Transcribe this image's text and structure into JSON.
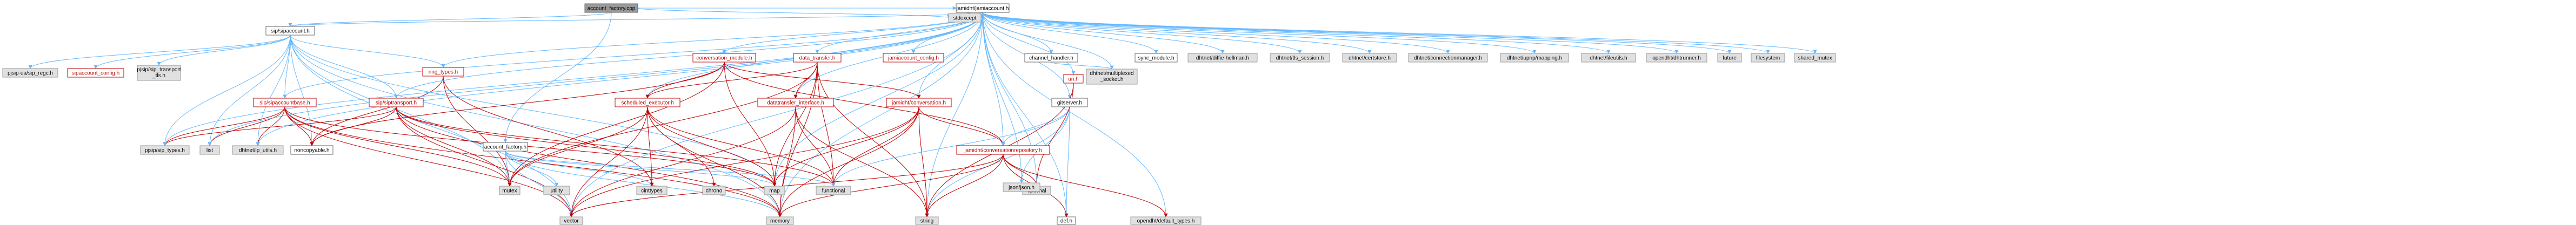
{
  "diagram": {
    "kind": "include-dependency-graph",
    "nodes": [
      {
        "id": "n0",
        "label": "account_factory.cpp",
        "style": "root"
      },
      {
        "id": "n1",
        "label": "sip/sipaccount.h",
        "style": "file"
      },
      {
        "id": "n2",
        "label": "stdexcept",
        "style": "ext"
      },
      {
        "id": "n3",
        "label": "jamidht/jamiaccount.h",
        "style": "file"
      },
      {
        "id": "n4",
        "label": "account_factory.h",
        "style": "file"
      },
      {
        "id": "n5",
        "label": "pjsip-ua/sip_regc.h",
        "style": "ext"
      },
      {
        "id": "n6",
        "label": "sipaccount_config.h",
        "style": "red"
      },
      {
        "id": "n7",
        "label": "pjsip/sip_transport\n_tls.h",
        "style": "ext"
      },
      {
        "id": "n8",
        "label": "sip/sipaccountbase.h",
        "style": "red"
      },
      {
        "id": "n9",
        "label": "pjsip/sip_types.h",
        "style": "ext"
      },
      {
        "id": "n10",
        "label": "list",
        "style": "ext"
      },
      {
        "id": "n11",
        "label": "dhtnet/ip_utils.h",
        "style": "ext"
      },
      {
        "id": "n12",
        "label": "sip/siptransport.h",
        "style": "red"
      },
      {
        "id": "n13",
        "label": "noncopyable.h",
        "style": "file"
      },
      {
        "id": "n14",
        "label": "mutex",
        "style": "ext"
      },
      {
        "id": "n15",
        "label": "ring_types.h",
        "style": "red"
      },
      {
        "id": "n16",
        "label": "utility",
        "style": "ext"
      },
      {
        "id": "n17",
        "label": "vector",
        "style": "ext"
      },
      {
        "id": "n18",
        "label": "cinttypes",
        "style": "ext"
      },
      {
        "id": "n19",
        "label": "memory",
        "style": "ext"
      },
      {
        "id": "n20",
        "label": "map",
        "style": "ext"
      },
      {
        "id": "n21",
        "label": "conversation_module.h",
        "style": "red"
      },
      {
        "id": "n22",
        "label": "data_transfer.h",
        "style": "red"
      },
      {
        "id": "n23",
        "label": "scheduled_executor.h",
        "style": "red"
      },
      {
        "id": "n24",
        "label": "chrono",
        "style": "ext"
      },
      {
        "id": "n25",
        "label": "datatransfer_interface.h",
        "style": "red"
      },
      {
        "id": "n26",
        "label": "functional",
        "style": "ext"
      },
      {
        "id": "n27",
        "label": "jamiaccount_config.h",
        "style": "red"
      },
      {
        "id": "n28",
        "label": "jamidht/conversation.h",
        "style": "red"
      },
      {
        "id": "n29",
        "label": "def.h",
        "style": "file"
      },
      {
        "id": "n30",
        "label": "string",
        "style": "ext"
      },
      {
        "id": "n31",
        "label": "channel_handler.h",
        "style": "file"
      },
      {
        "id": "n32",
        "label": "dhtnet/multiplexed\n_socket.h",
        "style": "ext"
      },
      {
        "id": "n33",
        "label": "gitserver.h",
        "style": "file"
      },
      {
        "id": "n34",
        "label": "uri.h",
        "style": "red"
      },
      {
        "id": "n35",
        "label": "jamidht/conversationrepository.h",
        "style": "red"
      },
      {
        "id": "n36",
        "label": "optional",
        "style": "ext"
      },
      {
        "id": "n37",
        "label": "opendht/default_types.h",
        "style": "ext"
      },
      {
        "id": "n38",
        "label": "json/json.h",
        "style": "ext"
      },
      {
        "id": "n39",
        "label": "sync_module.h",
        "style": "file"
      },
      {
        "id": "n40",
        "label": "dhtnet/diffie-hellman.h",
        "style": "ext"
      },
      {
        "id": "n41",
        "label": "dhtnet/tls_session.h",
        "style": "ext"
      },
      {
        "id": "n42",
        "label": "dhtnet/certstore.h",
        "style": "ext"
      },
      {
        "id": "n43",
        "label": "dhtnet/connectionmanager.h",
        "style": "ext"
      },
      {
        "id": "n44",
        "label": "dhtnet/upnp/mapping.h",
        "style": "ext"
      },
      {
        "id": "n45",
        "label": "dhtnet/fileutils.h",
        "style": "ext"
      },
      {
        "id": "n46",
        "label": "opendht/dhtrunner.h",
        "style": "ext"
      },
      {
        "id": "n47",
        "label": "future",
        "style": "ext"
      },
      {
        "id": "n48",
        "label": "filesystem",
        "style": "ext"
      },
      {
        "id": "n49",
        "label": "shared_mutex",
        "style": "ext"
      }
    ],
    "edges": [
      [
        "n0",
        "n1"
      ],
      [
        "n0",
        "n2"
      ],
      [
        "n0",
        "n3"
      ],
      [
        "n0",
        "n4"
      ],
      [
        "n1",
        "n5"
      ],
      [
        "n1",
        "n6"
      ],
      [
        "n1",
        "n7"
      ],
      [
        "n1",
        "n8"
      ],
      [
        "n1",
        "n9"
      ],
      [
        "n1",
        "n10"
      ],
      [
        "n1",
        "n11"
      ],
      [
        "n1",
        "n12"
      ],
      [
        "n1",
        "n13"
      ],
      [
        "n1",
        "n14"
      ],
      [
        "n1",
        "n15"
      ],
      [
        "n1",
        "n17"
      ],
      [
        "n1",
        "n19"
      ],
      [
        "n1",
        "n20"
      ],
      [
        "n8",
        "n9"
      ],
      [
        "n8",
        "n10"
      ],
      [
        "n8",
        "n11"
      ],
      [
        "n8",
        "n13"
      ],
      [
        "n8",
        "n14"
      ],
      [
        "n8",
        "n17"
      ],
      [
        "n8",
        "n19"
      ],
      [
        "n8",
        "n20"
      ],
      [
        "n12",
        "n9"
      ],
      [
        "n12",
        "n13"
      ],
      [
        "n12",
        "n14"
      ],
      [
        "n12",
        "n17"
      ],
      [
        "n12",
        "n19"
      ],
      [
        "n12",
        "n20"
      ],
      [
        "n12",
        "n26"
      ],
      [
        "n15",
        "n13"
      ],
      [
        "n15",
        "n14"
      ],
      [
        "n15",
        "n18"
      ],
      [
        "n4",
        "n14"
      ],
      [
        "n4",
        "n16"
      ],
      [
        "n4",
        "n17"
      ],
      [
        "n4",
        "n18"
      ],
      [
        "n4",
        "n19"
      ],
      [
        "n4",
        "n20"
      ],
      [
        "n4",
        "n26"
      ],
      [
        "n3",
        "n1"
      ],
      [
        "n3",
        "n8"
      ],
      [
        "n3",
        "n12"
      ],
      [
        "n3",
        "n15"
      ],
      [
        "n3",
        "n21"
      ],
      [
        "n3",
        "n22"
      ],
      [
        "n3",
        "n23"
      ],
      [
        "n3",
        "n25"
      ],
      [
        "n3",
        "n27"
      ],
      [
        "n3",
        "n28"
      ],
      [
        "n3",
        "n31"
      ],
      [
        "n3",
        "n32"
      ],
      [
        "n3",
        "n33"
      ],
      [
        "n3",
        "n34"
      ],
      [
        "n3",
        "n35"
      ],
      [
        "n3",
        "n36"
      ],
      [
        "n3",
        "n37"
      ],
      [
        "n3",
        "n38"
      ],
      [
        "n3",
        "n39"
      ],
      [
        "n3",
        "n40"
      ],
      [
        "n3",
        "n41"
      ],
      [
        "n3",
        "n42"
      ],
      [
        "n3",
        "n43"
      ],
      [
        "n3",
        "n44"
      ],
      [
        "n3",
        "n45"
      ],
      [
        "n3",
        "n46"
      ],
      [
        "n3",
        "n47"
      ],
      [
        "n3",
        "n48"
      ],
      [
        "n3",
        "n49"
      ],
      [
        "n3",
        "n17"
      ],
      [
        "n3",
        "n19"
      ],
      [
        "n3",
        "n20"
      ],
      [
        "n3",
        "n29"
      ],
      [
        "n3",
        "n30"
      ],
      [
        "n3",
        "n2"
      ],
      [
        "n3",
        "n10"
      ],
      [
        "n3",
        "n9"
      ],
      [
        "n3",
        "n11"
      ],
      [
        "n21",
        "n23"
      ],
      [
        "n21",
        "n28"
      ],
      [
        "n21",
        "n13"
      ],
      [
        "n21",
        "n14"
      ],
      [
        "n21",
        "n20"
      ],
      [
        "n21",
        "n35"
      ],
      [
        "n22",
        "n25"
      ],
      [
        "n22",
        "n23"
      ],
      [
        "n22",
        "n14"
      ],
      [
        "n22",
        "n20"
      ],
      [
        "n22",
        "n26"
      ],
      [
        "n22",
        "n19"
      ],
      [
        "n22",
        "n30"
      ],
      [
        "n23",
        "n24"
      ],
      [
        "n23",
        "n26"
      ],
      [
        "n23",
        "n14"
      ],
      [
        "n23",
        "n18"
      ],
      [
        "n23",
        "n20"
      ],
      [
        "n23",
        "n19"
      ],
      [
        "n23",
        "n17"
      ],
      [
        "n25",
        "n26"
      ],
      [
        "n25",
        "n19"
      ],
      [
        "n25",
        "n30"
      ],
      [
        "n25",
        "n17"
      ],
      [
        "n28",
        "n35"
      ],
      [
        "n28",
        "n26"
      ],
      [
        "n28",
        "n19"
      ],
      [
        "n28",
        "n30"
      ],
      [
        "n28",
        "n17"
      ],
      [
        "n28",
        "n20"
      ],
      [
        "n31",
        "n32"
      ],
      [
        "n33",
        "n35"
      ],
      [
        "n33",
        "n26"
      ],
      [
        "n33",
        "n30"
      ],
      [
        "n33",
        "n29"
      ],
      [
        "n33",
        "n38"
      ],
      [
        "n34",
        "n30"
      ],
      [
        "n34",
        "n36"
      ],
      [
        "n35",
        "n29"
      ],
      [
        "n35",
        "n30"
      ],
      [
        "n35",
        "n36"
      ],
      [
        "n35",
        "n19"
      ],
      [
        "n35",
        "n17"
      ],
      [
        "n35",
        "n37"
      ]
    ]
  }
}
